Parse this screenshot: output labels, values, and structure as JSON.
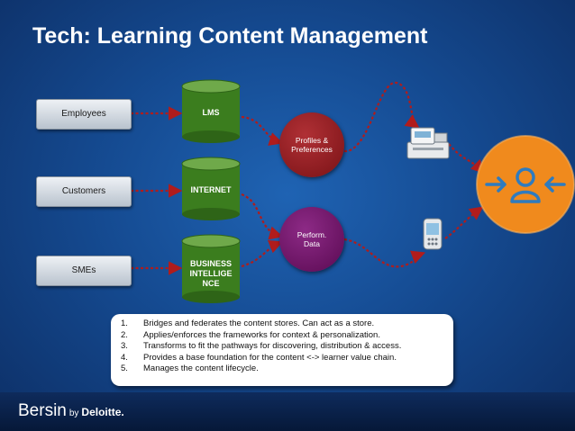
{
  "title": "Tech: Learning Content Management",
  "sources": [
    {
      "label": "Employees"
    },
    {
      "label": "Customers"
    },
    {
      "label": "SMEs"
    }
  ],
  "stores": [
    {
      "line1": "LMS",
      "line2": "",
      "line3": "",
      "color": "#3b7d1e"
    },
    {
      "line1": "INTERNET",
      "line2": "",
      "line3": "",
      "color": "#3b7d1e"
    },
    {
      "line1": "BUSINESS",
      "line2": "INTELLIGE",
      "line3": "NCE",
      "color": "#3b7d1e"
    }
  ],
  "outputs": [
    {
      "line1": "Profiles &",
      "line2": "Preferences",
      "color": "#8e1a1f"
    },
    {
      "line1": "Perform.",
      "line2": "Data",
      "color": "#6b0f63"
    }
  ],
  "devices": [
    {
      "icon": "cash-register-icon"
    },
    {
      "icon": "mobile-phone-icon"
    }
  ],
  "learner": {
    "icon": "learner-person-icon",
    "color": "#f08a1d"
  },
  "notes": [
    {
      "num": "1.",
      "text": "Bridges and federates the content stores.  Can act as a store."
    },
    {
      "num": "2.",
      "text": "Applies/enforces the frameworks for context & personalization."
    },
    {
      "num": "3.",
      "text": "Transforms to fit the pathways for discovering, distribution & access."
    },
    {
      "num": "4.",
      "text": "Provides a base foundation for the content <-> learner value chain."
    },
    {
      "num": "5.",
      "text": "Manages the content lifecycle."
    }
  ],
  "footer": {
    "brand": "Bersin",
    "by": "by",
    "company": "Deloitte."
  },
  "colors": {
    "connector": "#b01c1c",
    "background": "#1a5aa8"
  }
}
